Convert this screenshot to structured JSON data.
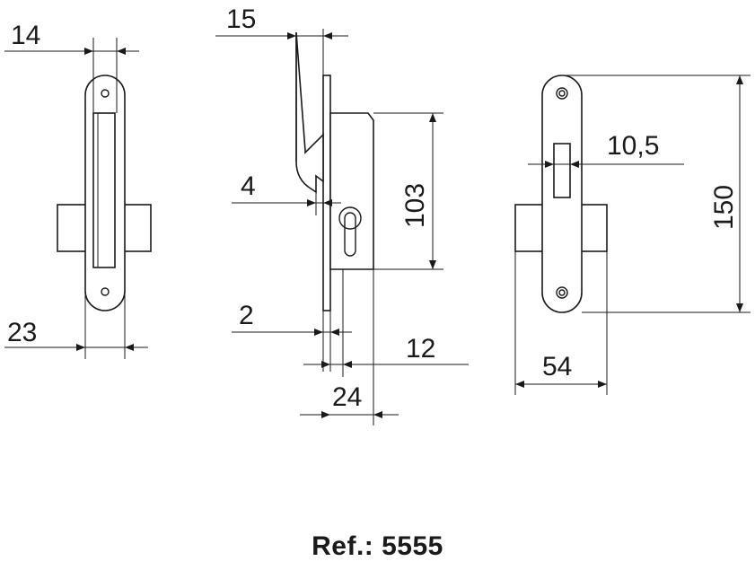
{
  "reference": "Ref.: 5555",
  "dimensions": {
    "front_width": "14",
    "front_depth": "23",
    "side_top": "15",
    "side_4": "4",
    "side_2": "2",
    "side_12": "12",
    "side_24": "24",
    "side_103": "103",
    "rear_10_5": "10,5",
    "rear_150": "150",
    "rear_54": "54"
  },
  "colors": {
    "line": "#1a1a1a",
    "background": "#ffffff"
  }
}
